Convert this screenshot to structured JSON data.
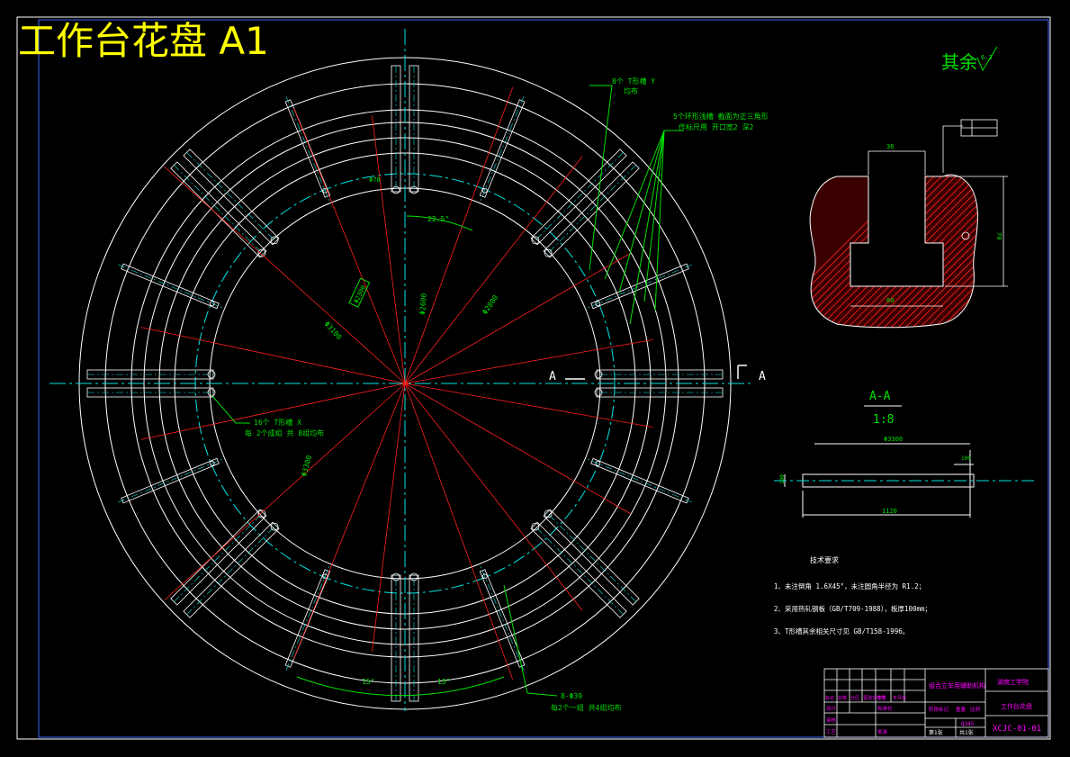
{
  "drawing": {
    "title": "工作台花盘 A1",
    "roughness_label": "其余",
    "roughness_value": "6.3"
  },
  "annotations": {
    "t_slot_note_1": "8个 T形槽 Y",
    "t_slot_note_1b": "均布",
    "ring_note_1": "5个环形浅槽 截面为正三角形",
    "ring_note_2": "作标尺用 开口宽2 深2",
    "t_slot_note_2": "16个 T形槽 X",
    "t_slot_note_2b": "每 2个成组 共 8组均布",
    "hole_note_1": "8-Φ39",
    "hole_note_2": "每2个一组 共4组均布",
    "angle_1": "22.5°",
    "angle_2": "15°",
    "angle_3": "15°",
    "dim_radial_1": "Φ3100",
    "dim_radial_2": "Φ2600",
    "dim_radial_3": "Φ2800",
    "dim_radial_4": "Φ3300",
    "dim_box": "Φ2300",
    "dim_small_1": "Φ78",
    "section_a": "A"
  },
  "section": {
    "title": "A-A",
    "scale": "1:8",
    "dim_top": "36",
    "dim_height": "70",
    "dim_bottom": "60",
    "dim_overall": "Φ3300",
    "dim_len": "1120",
    "dim_thk": "100",
    "dim_step": "100"
  },
  "tech_req": {
    "heading": "技术要求",
    "items": [
      "1、未注倒角 1.6X45°，未注圆角半径为 R1.2；",
      "2、采用热轧钢板（GB/T709-1988），板厚100mm；",
      "3、T形槽其余相关尺寸见 GB/T158-1996。"
    ]
  },
  "title_block": {
    "project": "组合立车用辅助机构",
    "school": "湖南工学院",
    "part_name": "工作台花盘",
    "drawing_no": "XCJC-01-01",
    "material": "Q345",
    "sheet_a": "第1张",
    "sheet_b": "共1张",
    "rows": [
      "标记",
      "处数",
      "分区",
      "更改文件号",
      "签名",
      "年月日"
    ],
    "roles": [
      "设计",
      "审核",
      "工艺"
    ],
    "std": "标准化",
    "approve": "批准",
    "stage": "阶段标记",
    "weight": "重量",
    "ratio": "比例"
  },
  "colors": {
    "white": "#ffffff",
    "cyan": "#00e5e5",
    "red": "#ff2020",
    "green": "#00e000",
    "yellow": "#ffff00",
    "magenta": "#ff00ff"
  }
}
